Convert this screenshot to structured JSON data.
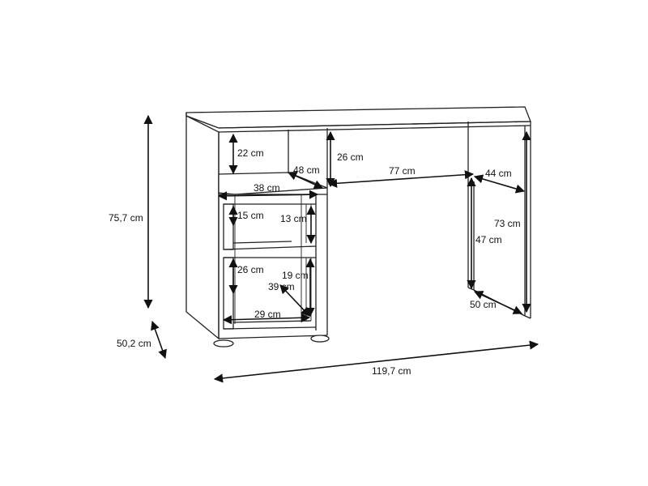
{
  "dimensions": {
    "height_total": "75,7 cm",
    "depth_total": "50,2 cm",
    "width_total": "119,7 cm",
    "shelf_top_height": "22 cm",
    "shelf_depth": "48 cm",
    "cabinet_inner_width": "38 cm",
    "drawer1_front_height": "15 cm",
    "drawer1_inner_height": "13 cm",
    "drawer2_front_height": "26 cm",
    "drawer2_inner_height": "19 cm",
    "drawer_depth": "39 cm",
    "drawer_width": "29 cm",
    "knee_clearance_height": "26 cm",
    "desk_opening_width": "77 cm",
    "side_depth_top": "44 cm",
    "leg_height_full": "73 cm",
    "leg_height_under": "47 cm",
    "leg_base_depth": "50 cm"
  }
}
